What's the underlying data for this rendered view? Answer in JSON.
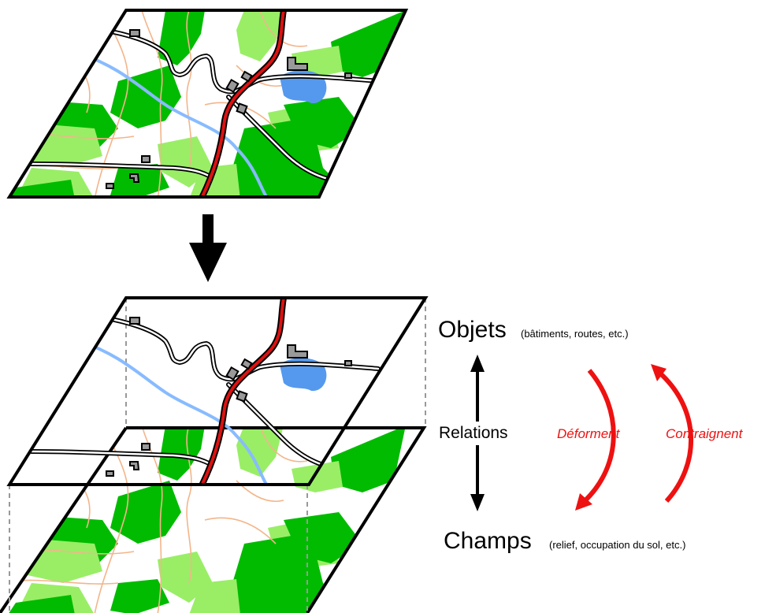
{
  "colors": {
    "forest": "#00bb00",
    "meadow": "#99ee66",
    "road_main": "#dd1111",
    "river": "#88bbff",
    "lake": "#5599ee",
    "contour": "#f3b58a",
    "building": "#999999",
    "frame": "#000000",
    "arrow_red": "#ee1111"
  },
  "labels": {
    "objets": "Objets",
    "objets_detail": "(bâtiments, routes, etc.)",
    "relations": "Relations",
    "champs": "Champs",
    "champs_detail": "(relief, occupation du sol, etc.)",
    "deforment": "Déforment",
    "contraignent": "Contraignent"
  },
  "icons": {
    "transform_arrow": "down-arrow-icon",
    "relations_arrow": "up-down-arrow-icon",
    "deforment_arrow": "curved-arrow-down-icon",
    "contraignent_arrow": "curved-arrow-up-icon"
  }
}
